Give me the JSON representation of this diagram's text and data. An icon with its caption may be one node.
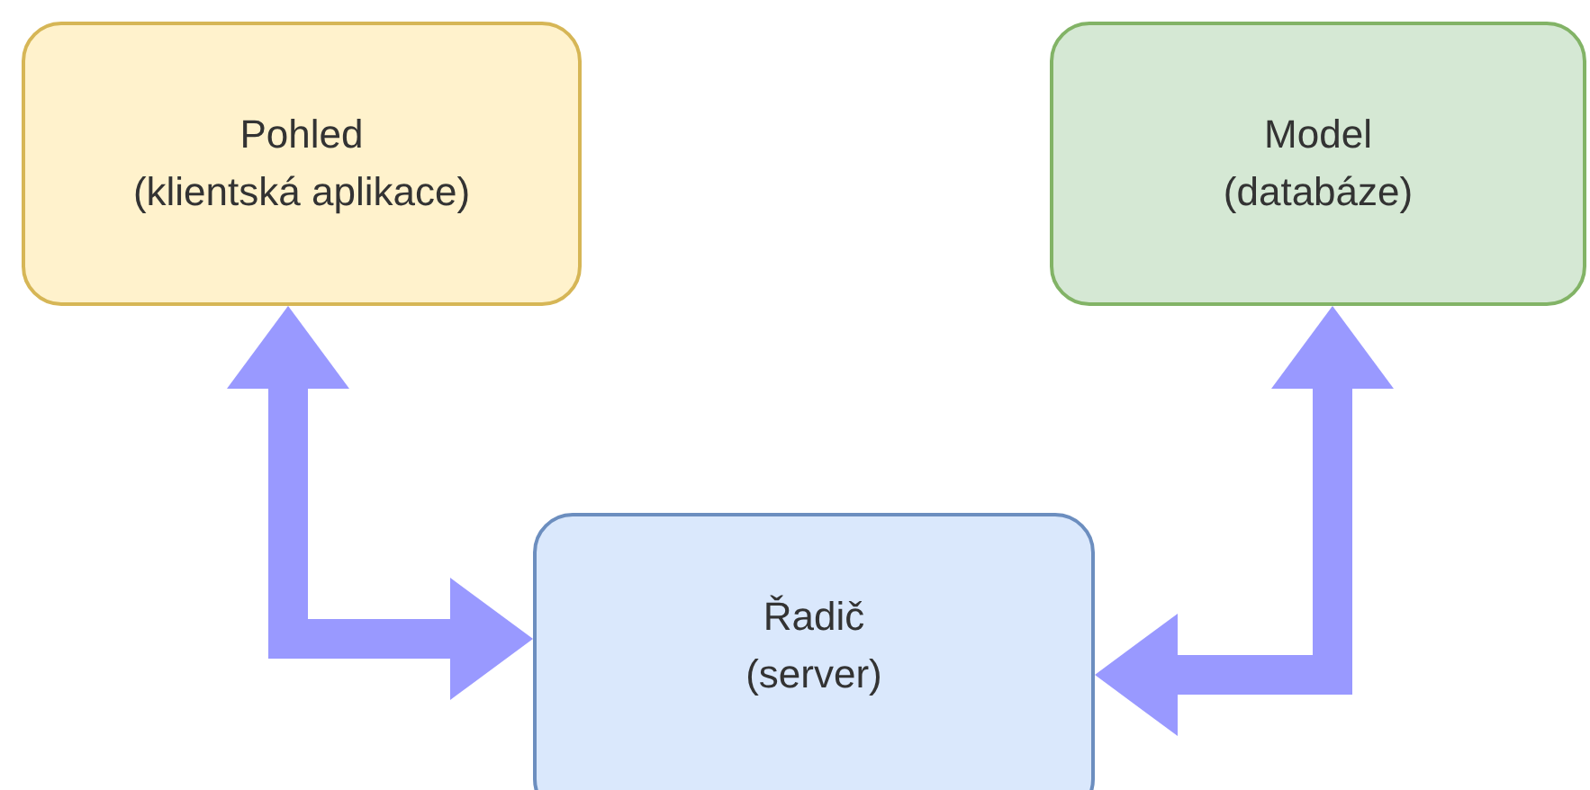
{
  "diagram": {
    "nodes": [
      {
        "text": [
          "Pohled",
          "(klientská aplikace)"
        ]
      },
      {
        "text": [
          "Model",
          "(databáze)"
        ]
      },
      {
        "text": [
          "Řadič",
          "(server)"
        ]
      }
    ],
    "edges": [
      {
        "from": 2,
        "to": 0,
        "arrow": "both"
      },
      {
        "from": 2,
        "to": 1,
        "arrow": "both"
      }
    ]
  }
}
